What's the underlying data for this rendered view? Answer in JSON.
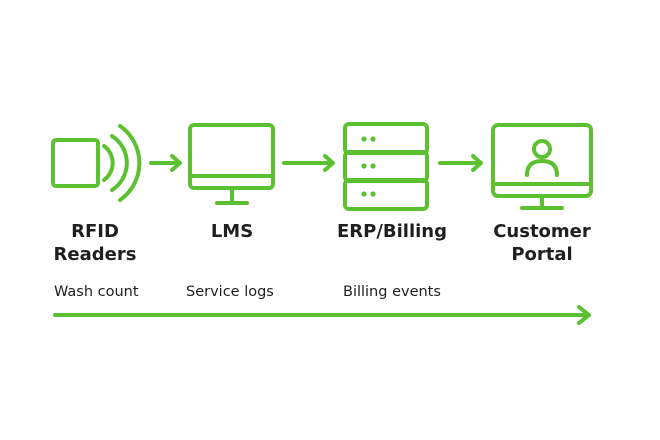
{
  "colors": {
    "accent": "#5cc130",
    "text": "#1f1f1f",
    "background": "#ffffff"
  },
  "nodes": [
    {
      "label": "RFID\nReaders",
      "icon": "rfid-reader-icon"
    },
    {
      "label": "LMS",
      "icon": "monitor-icon"
    },
    {
      "label": "ERP/Billing",
      "icon": "server-icon"
    },
    {
      "label": "Customer\nPortal",
      "icon": "user-monitor-icon"
    }
  ],
  "flows": [
    {
      "label": "Wash count"
    },
    {
      "label": "Service logs"
    },
    {
      "label": "Billing events"
    }
  ]
}
